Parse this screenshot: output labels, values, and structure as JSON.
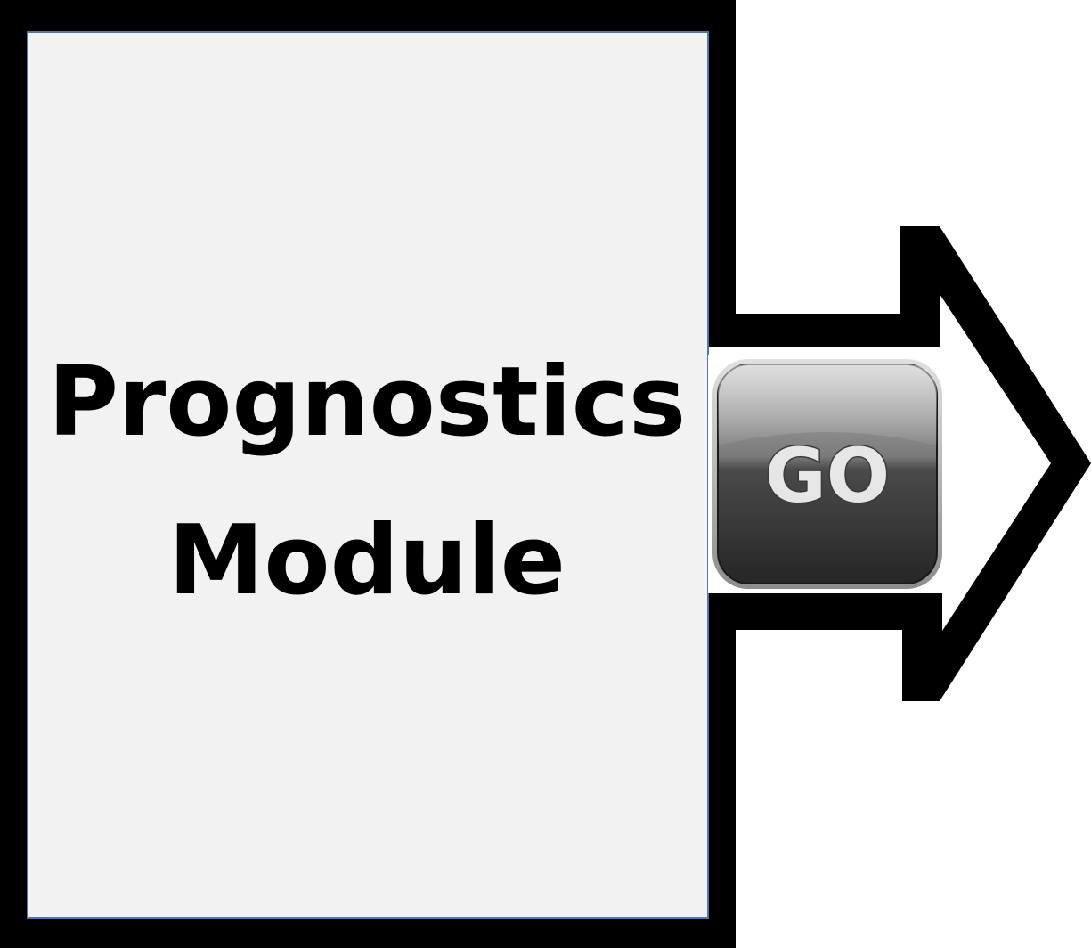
{
  "module": {
    "title_line1": "Prognostics",
    "title_line2": "Module",
    "fill_color": "#f2f2f2",
    "outer_border_color": "#000000",
    "inner_border_color": "#4f79a8"
  },
  "arrow": {
    "color": "#000000",
    "icon": "right-arrow-icon"
  },
  "go_button": {
    "label": "GO",
    "icon": "go-button-icon",
    "colors": {
      "top": "#a6a6a6",
      "bottom": "#2b2b2b",
      "text": "#e6e6e6"
    }
  }
}
